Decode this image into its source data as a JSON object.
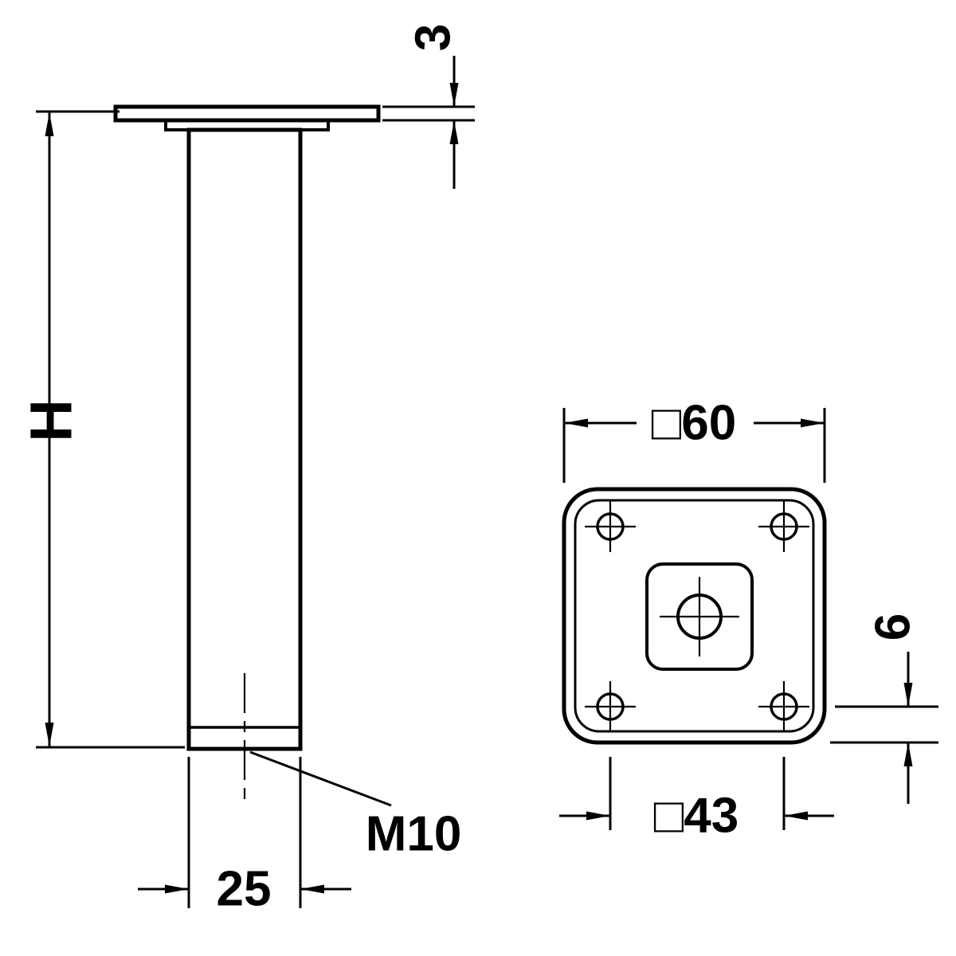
{
  "colors": {
    "line": "#000000",
    "background": "#ffffff"
  },
  "side_view": {
    "plate_thickness_label": "3",
    "height_label": "H",
    "diameter_label": "25",
    "thread_label": "M10"
  },
  "top_view": {
    "outer_size_label": "□60",
    "hole_spacing_label": "□43",
    "edge_distance_label": "6"
  }
}
